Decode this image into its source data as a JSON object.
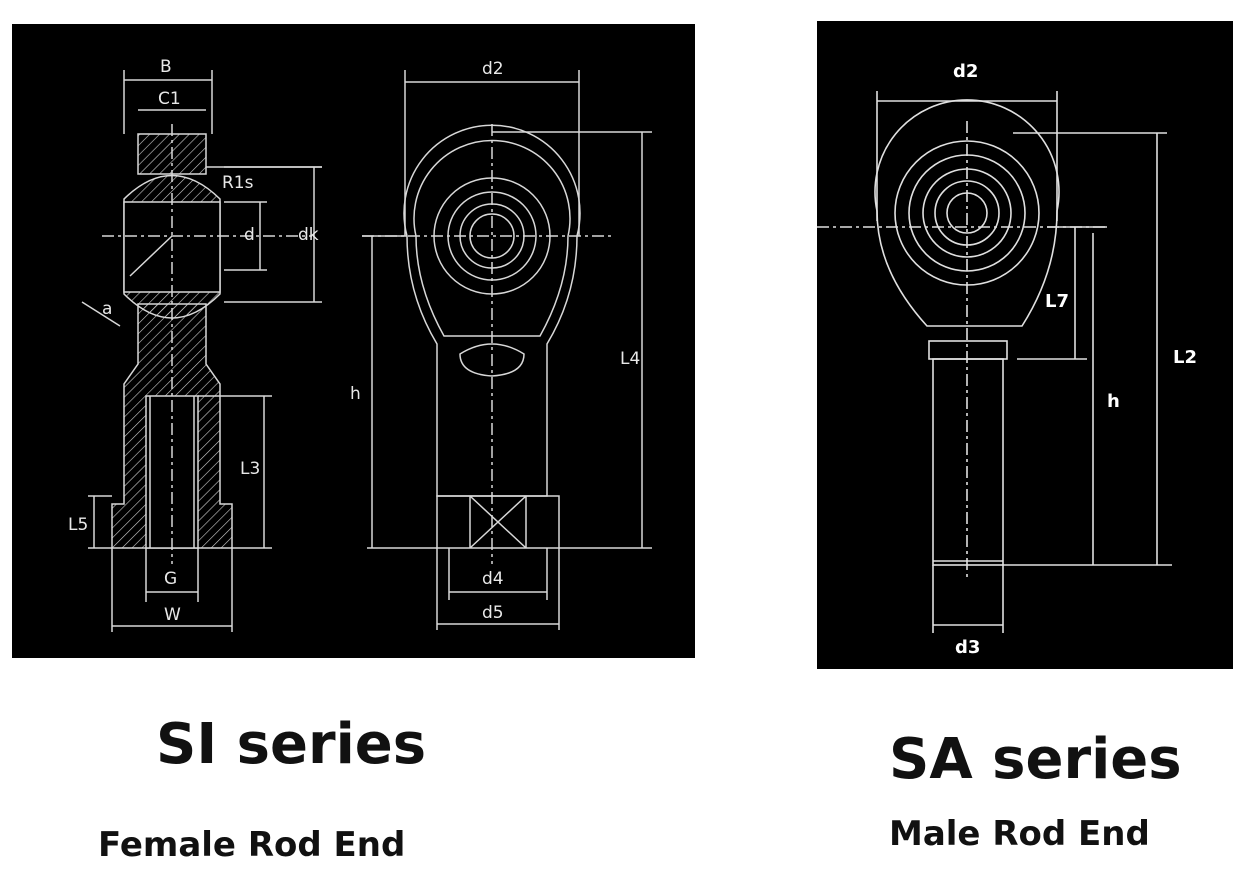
{
  "si": {
    "title": "SI series",
    "subtitle": "Female Rod End",
    "labels": {
      "B": "B",
      "C1": "C1",
      "R1s": "R1s",
      "d": "d",
      "dk": "dk",
      "alpha": "a",
      "L3": "L3",
      "L5": "L5",
      "G": "G",
      "W": "W",
      "d2": "d2",
      "h": "h",
      "L4": "L4",
      "d4": "d4",
      "d5": "d5"
    }
  },
  "sa": {
    "title": "SA series",
    "subtitle": "Male Rod End",
    "labels": {
      "d2": "d2",
      "L7": "L7",
      "L2": "L2",
      "h": "h",
      "d3": "d3"
    }
  }
}
